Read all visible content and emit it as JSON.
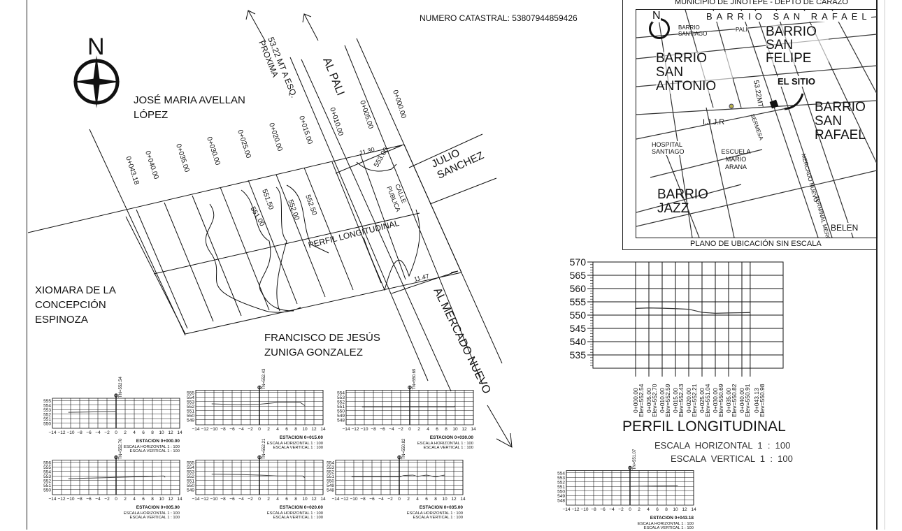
{
  "header": {
    "catastral": "NUMERO CATASTRAL: 53807944859426"
  },
  "plan": {
    "north": "N",
    "owners": {
      "north": [
        "JOSÉ MARIA AVELLAN",
        "LÓPEZ"
      ],
      "west": [
        "XIOMARA DE LA",
        "CONCEPCIÓN",
        "ESPINOZA"
      ],
      "south": [
        "FRANCISCO DE JESÚS",
        "ZUNIGA GONZALEZ"
      ],
      "east": [
        "JULIO",
        "SANCHEZ"
      ]
    },
    "streets": {
      "al_pali": "AL PALI",
      "distance": [
        "53.22 MT A ESQ.",
        "PROXIMA"
      ],
      "mercado": "AL MERCADO NUEVO",
      "calle": [
        "CALLE",
        "PUBLICA"
      ]
    },
    "stations": [
      "0+000.00",
      "0+005.00",
      "0+010.00",
      "0+015.00",
      "0+020.00",
      "0+025.00",
      "0+030.00",
      "0+035.00",
      "0+040.00",
      "0+043.18"
    ],
    "contours": [
      "551.00",
      "551.50",
      "552.00",
      "552.50",
      "553.00"
    ],
    "dims": [
      "11.30",
      "11.47"
    ],
    "profile_line": "PERFIL LONGITUDINAL"
  },
  "location_map": {
    "title": "MUNICIPIO DE JINOTEPE -  DEPTO DE CARAZO",
    "north": "N",
    "labels": [
      "BARRIO SAN RAFAEL",
      "BARRIO SANTIAGO",
      "PALI",
      "BARRIO SAN FELIPE",
      "BARRIO SAN ANTONIO",
      "EL SITIO",
      "53.22MT",
      "I.J.J.R",
      "SERMESA",
      "HOSPITAL SANTIAGO",
      "ESCUELA MARIO ARANA",
      "MERCADO NUEVO",
      "BARRIO SAN RAFAEL",
      "BARRIO JAZZ",
      "TERMINAL MERCADO",
      "BELEN"
    ],
    "caption": "PLANO DE UBICACIÓN SIN ESCALA"
  },
  "chart_data": {
    "type": "line",
    "title": "PERFIL LONGITUDINAL",
    "scale_h": "ESCALA  HORIZONTAL  1  :  100",
    "scale_v": "ESCALA  VERTICAL  1  :  100",
    "ylim": [
      530,
      570
    ],
    "yticks": [
      570,
      565,
      560,
      555,
      550,
      545,
      540,
      535
    ],
    "x": [
      0,
      5,
      10,
      15,
      20,
      25,
      30,
      35,
      40,
      43.13
    ],
    "x_labels": [
      "0+000.00",
      "0+005.00",
      "0+010.00",
      "0+015.00",
      "0+020.00",
      "0+025.00",
      "0+030.00",
      "0+035.00",
      "0+040.00",
      "0+043.13"
    ],
    "elev_labels": [
      "Elev=552.54",
      "Elev=552.70",
      "Elev=552.59",
      "Elev=552.43",
      "Elev=552.21",
      "Elev=551.04",
      "Elev=550.69",
      "Elev=550.82",
      "Elev=550.91",
      "Elev=550.98"
    ],
    "values": [
      552.54,
      552.7,
      552.59,
      552.43,
      552.21,
      551.04,
      550.69,
      550.82,
      550.91,
      550.98
    ]
  },
  "sections": [
    {
      "station": "ESTACION 0+000.00",
      "tn": "TN=552.54",
      "yticks": [
        555,
        554,
        553,
        552,
        551,
        550
      ],
      "pts": [
        [
          -10.5,
          552.4
        ],
        [
          0,
          552.6
        ]
      ]
    },
    {
      "station": "ESTACION 0+015.00",
      "tn": "TN=552.43",
      "yticks": [
        555,
        554,
        553,
        552,
        551,
        550,
        549
      ],
      "pts": [
        [
          -10.5,
          552.5
        ],
        [
          -5,
          552.3
        ],
        [
          0,
          552.4
        ],
        [
          4,
          552.8
        ],
        [
          9,
          552.8
        ],
        [
          10,
          552.1
        ]
      ]
    },
    {
      "station": "ESTACION 0+030.00",
      "tn": "TN=550.69",
      "yticks": [
        554,
        553,
        552,
        551,
        550,
        549,
        548
      ],
      "pts": [
        [
          -10.5,
          550.8
        ],
        [
          0,
          550.8
        ],
        [
          9.8,
          550.8
        ],
        [
          10,
          551.1
        ]
      ]
    },
    {
      "station": "ESTACION 0+005.00",
      "tn": "TN=552.70",
      "yticks": [
        556,
        555,
        554,
        553,
        552,
        551,
        550
      ],
      "pts": [
        [
          -10.5,
          552.4
        ],
        [
          0,
          552.7
        ],
        [
          10.5,
          553.0
        ],
        [
          10.8,
          552.7
        ]
      ]
    },
    {
      "station": "ESTACION 0+020.00",
      "tn": "TN=552.21",
      "yticks": [
        555,
        554,
        553,
        552,
        551,
        550,
        549
      ],
      "pts": [
        [
          -10.5,
          552.4
        ],
        [
          -4,
          552.3
        ],
        [
          0,
          552.2
        ],
        [
          4,
          552.0
        ],
        [
          9.5,
          552.0
        ],
        [
          10,
          551.6
        ]
      ]
    },
    {
      "station": "ESTACION 0+035.00",
      "tn": "TN=550.82",
      "yticks": [
        554,
        553,
        552,
        551,
        550,
        549,
        548
      ],
      "pts": [
        [
          -10.5,
          550.8
        ],
        [
          0,
          550.8
        ],
        [
          1,
          551.1
        ],
        [
          3,
          551.2
        ],
        [
          4,
          550.9
        ],
        [
          6,
          551.2
        ],
        [
          8,
          550.8
        ],
        [
          10,
          551.2
        ]
      ]
    },
    {
      "station": "ESTACION 0+043.18",
      "tn": "TN=551.07",
      "yticks": [
        554,
        553,
        552,
        551,
        550,
        549,
        548
      ],
      "pts": [
        [
          0,
          551.0
        ],
        [
          5,
          551.1
        ],
        [
          10.5,
          551.2
        ]
      ]
    }
  ],
  "section_scale_h": "ESCALA HORIZONTAL 1 : 100",
  "section_scale_v": "ESCALA VERTICAL 1 : 100",
  "xticks": [
    "−14",
    "−12",
    "−10",
    "−8",
    "−6",
    "−4",
    "−2",
    "0",
    "2",
    "4",
    "6",
    "8",
    "10",
    "12",
    "14"
  ]
}
